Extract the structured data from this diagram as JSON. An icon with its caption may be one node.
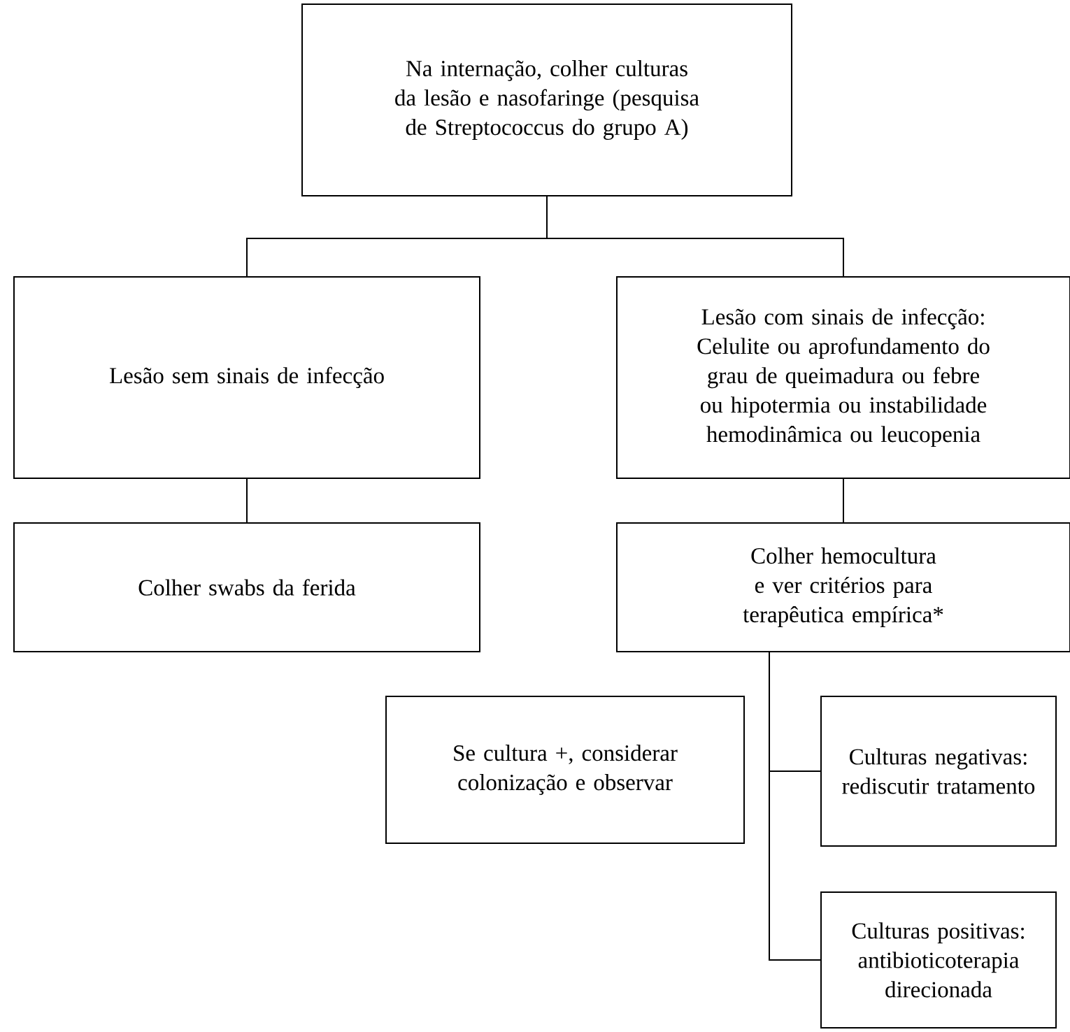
{
  "diagram": {
    "nodes": [
      {
        "text": [
          "Na internação, colher culturas da lesão e nasofaringe (pesquisa de Streptococcus do grupo A)"
        ]
      },
      {
        "text": [
          "Lesão sem sinais de infecção"
        ]
      },
      {
        "text": [
          "Lesão com sinais de infecção: Celulite ou aprofundamento do grau de queimadura ou febre ou hipotermia ou instabilidade hemodinâmica ou leucopenia"
        ]
      },
      {
        "text": [
          "Colher swabs da ferida"
        ]
      },
      {
        "text": [
          "Colher hemocultura e ver critérios para terapêutica empírica*"
        ]
      },
      {
        "text": [
          "Se cultura +, considerar colonização e observar"
        ]
      },
      {
        "text": [
          "Culturas negativas: rediscutir tratamento"
        ]
      },
      {
        "text": [
          "Culturas positivas: antibioticoterapia direcionada"
        ]
      }
    ],
    "edges": [
      {
        "from": 0,
        "to": 1,
        "arrow": "none"
      },
      {
        "from": 0,
        "to": 2,
        "arrow": "none"
      },
      {
        "from": 1,
        "to": 3,
        "arrow": "none"
      },
      {
        "from": 2,
        "to": 4,
        "arrow": "none"
      },
      {
        "from": 4,
        "to": 6,
        "arrow": "none"
      },
      {
        "from": 4,
        "to": 7,
        "arrow": "none"
      }
    ]
  }
}
